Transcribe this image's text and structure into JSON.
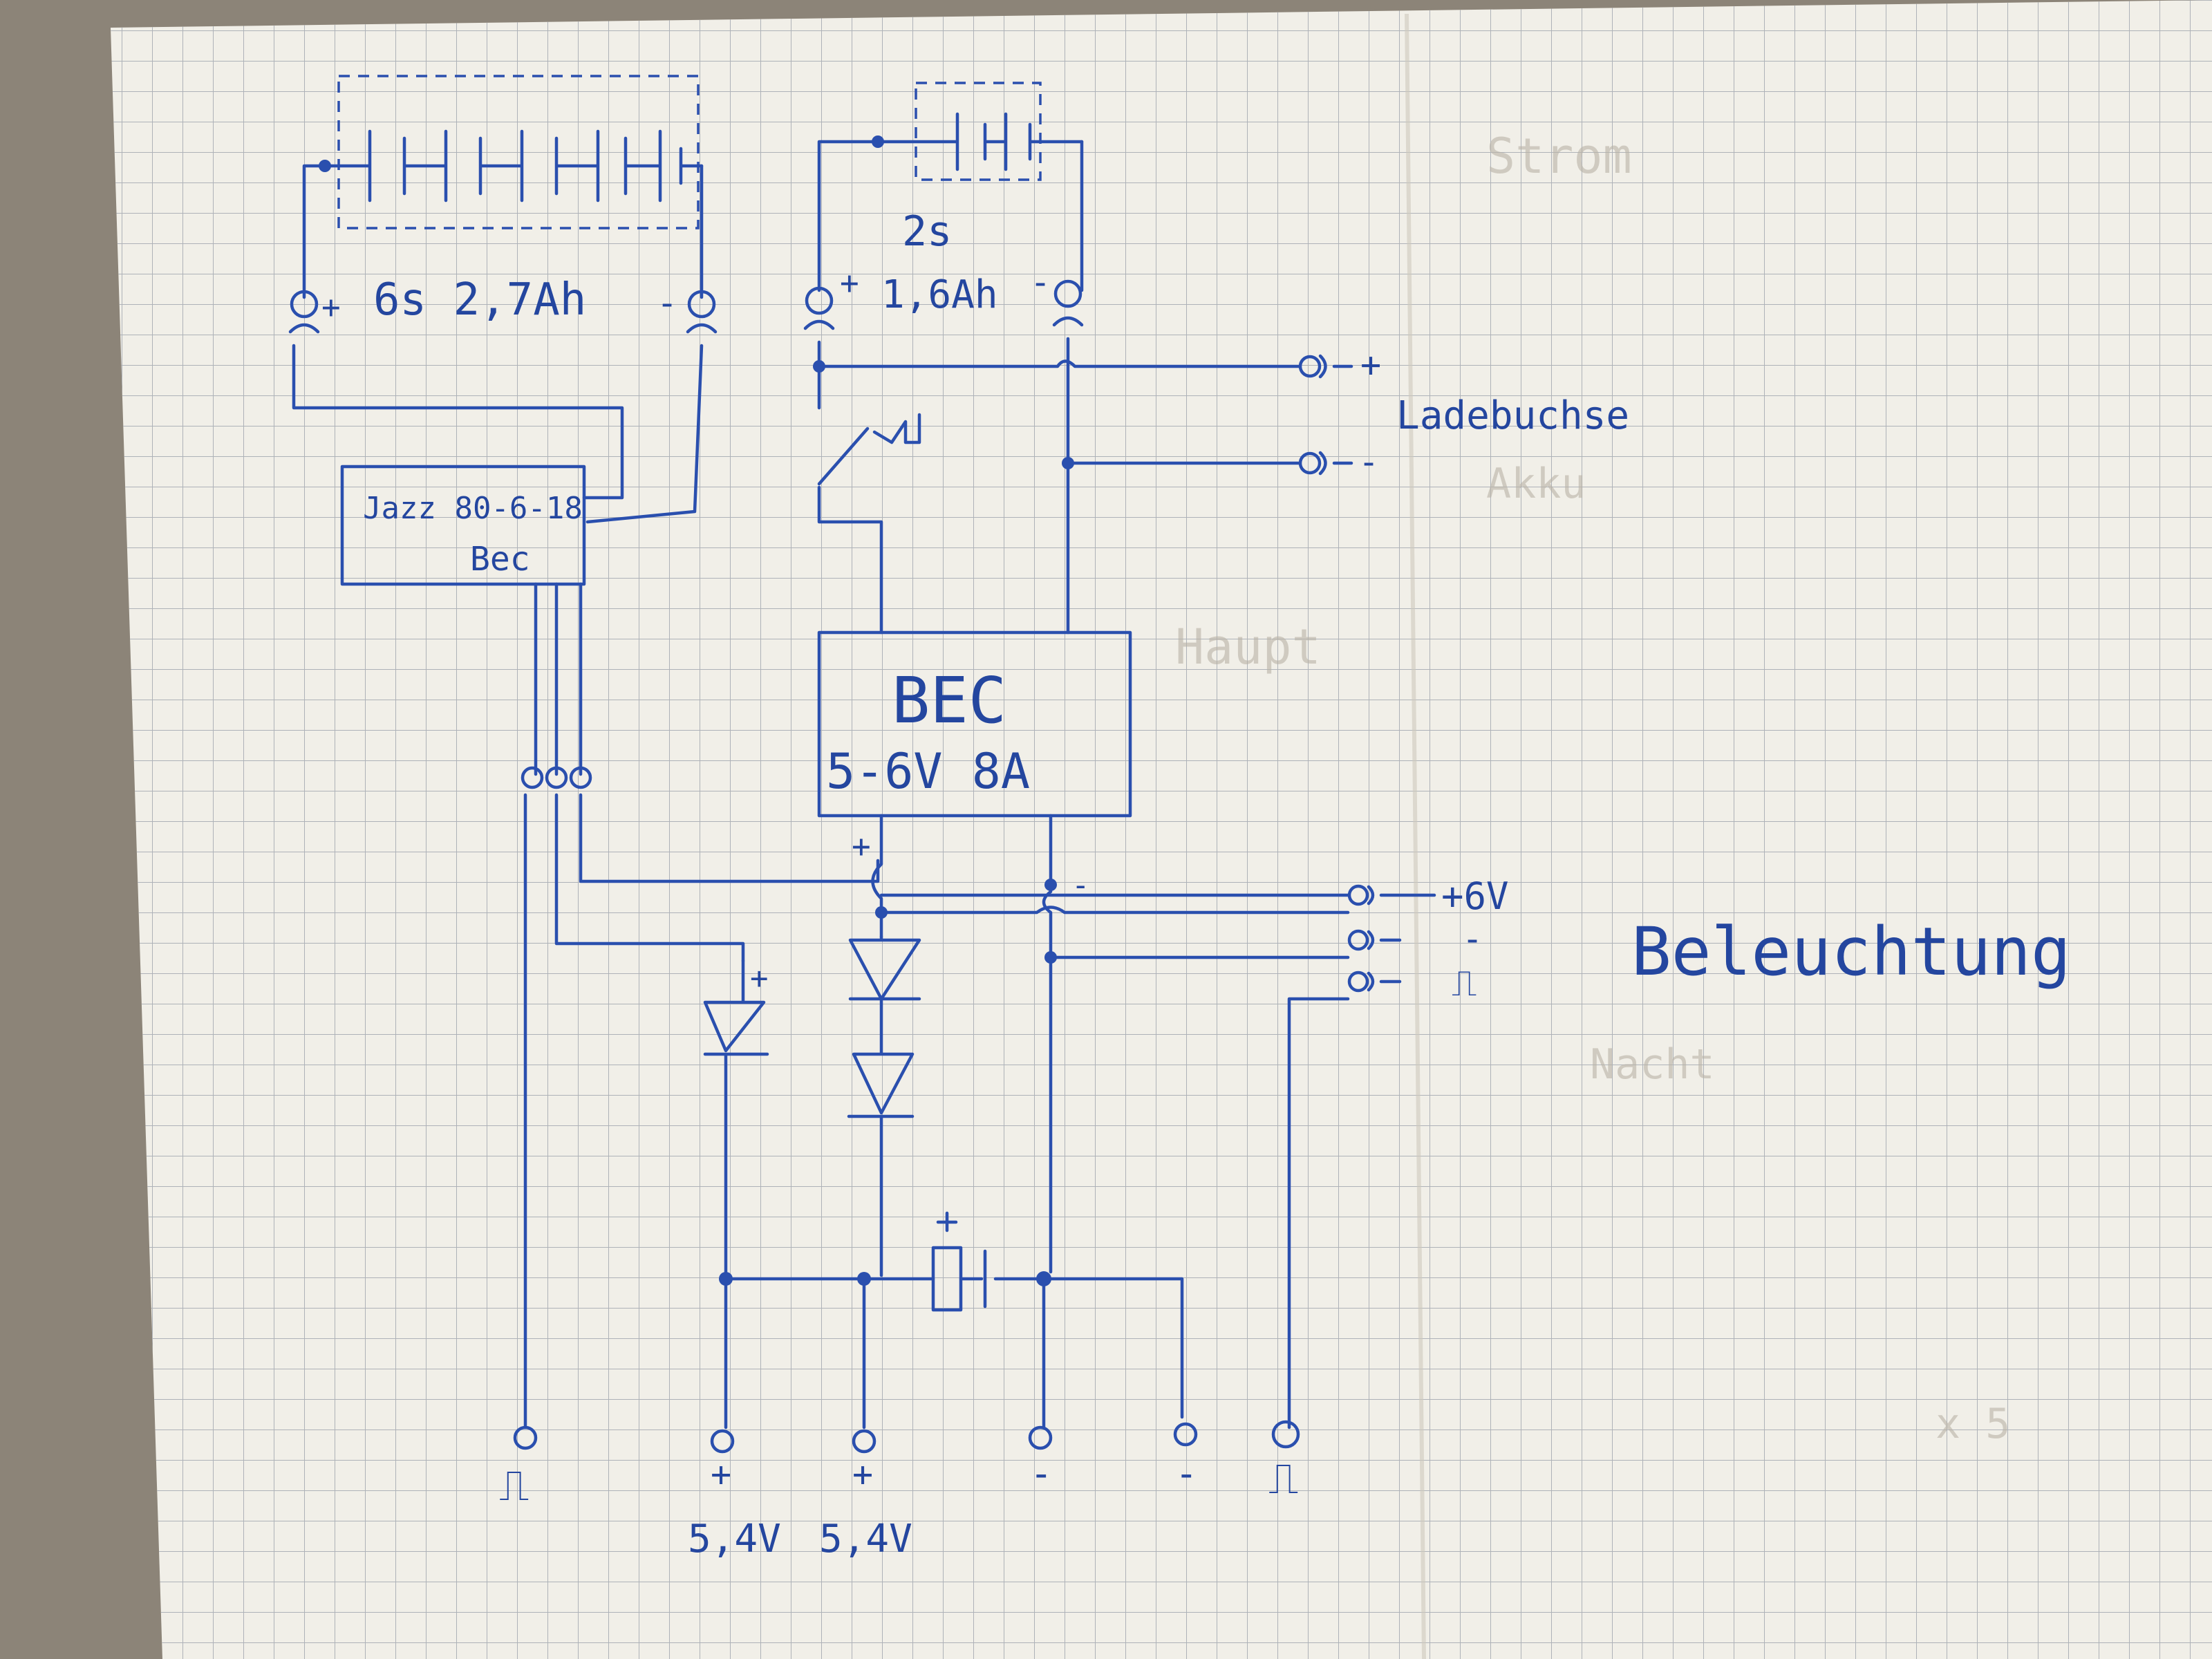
{
  "colors": {
    "paper": "#f1efe8",
    "grid": "#aeb2b8",
    "ink": "#2a4fae",
    "background": "#8c8478"
  },
  "labels": {
    "battery_main": "6s 2,7Ah",
    "battery_rx_cells": "2s",
    "battery_rx_capacity": "1,6Ah",
    "esc": "Jazz 80-6-18",
    "esc_bec": "Bec",
    "bec_title": "BEC",
    "bec_spec": "5-6V 8A",
    "charge_socket": "Ladebuchse",
    "lighting": "Beleuchtung",
    "plus": "+",
    "minus": "-",
    "v6": "+6V",
    "v54_a": "5,4V",
    "v54_b": "5,4V",
    "pulse": "⎍"
  }
}
